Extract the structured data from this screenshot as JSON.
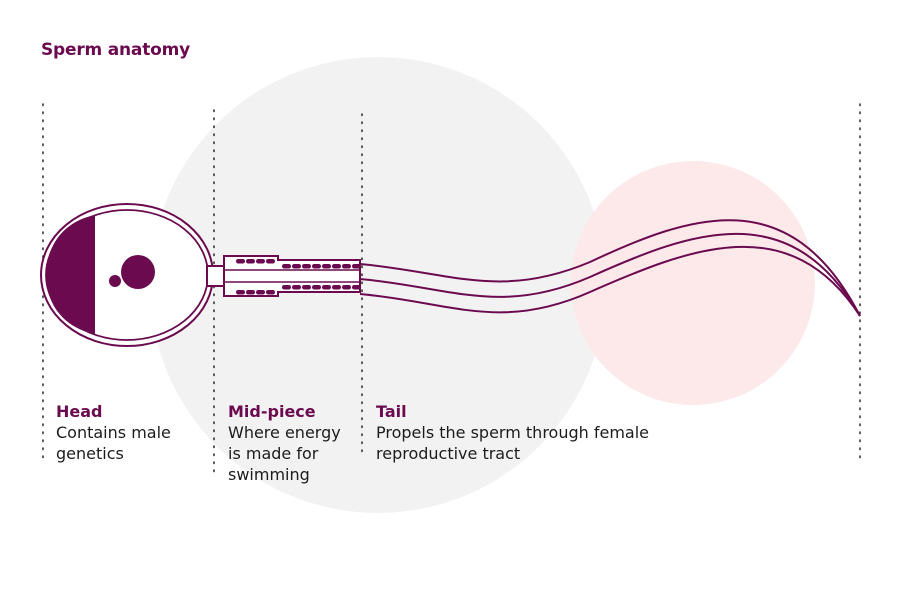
{
  "title": "Sperm anatomy",
  "colors": {
    "accent": "#6b0a4f",
    "text": "#1c1c1c",
    "circle_grey": "#f2f2f2",
    "circle_pink": "#fde9ea",
    "divider": "#333333"
  },
  "sections": [
    {
      "name": "Head",
      "description": "Contains male\ngenetics"
    },
    {
      "name": "Mid-piece",
      "description": "Where energy\nis made for\nswimming"
    },
    {
      "name": "Tail",
      "description": "Propels the sperm through female\nreproductive tract"
    }
  ]
}
